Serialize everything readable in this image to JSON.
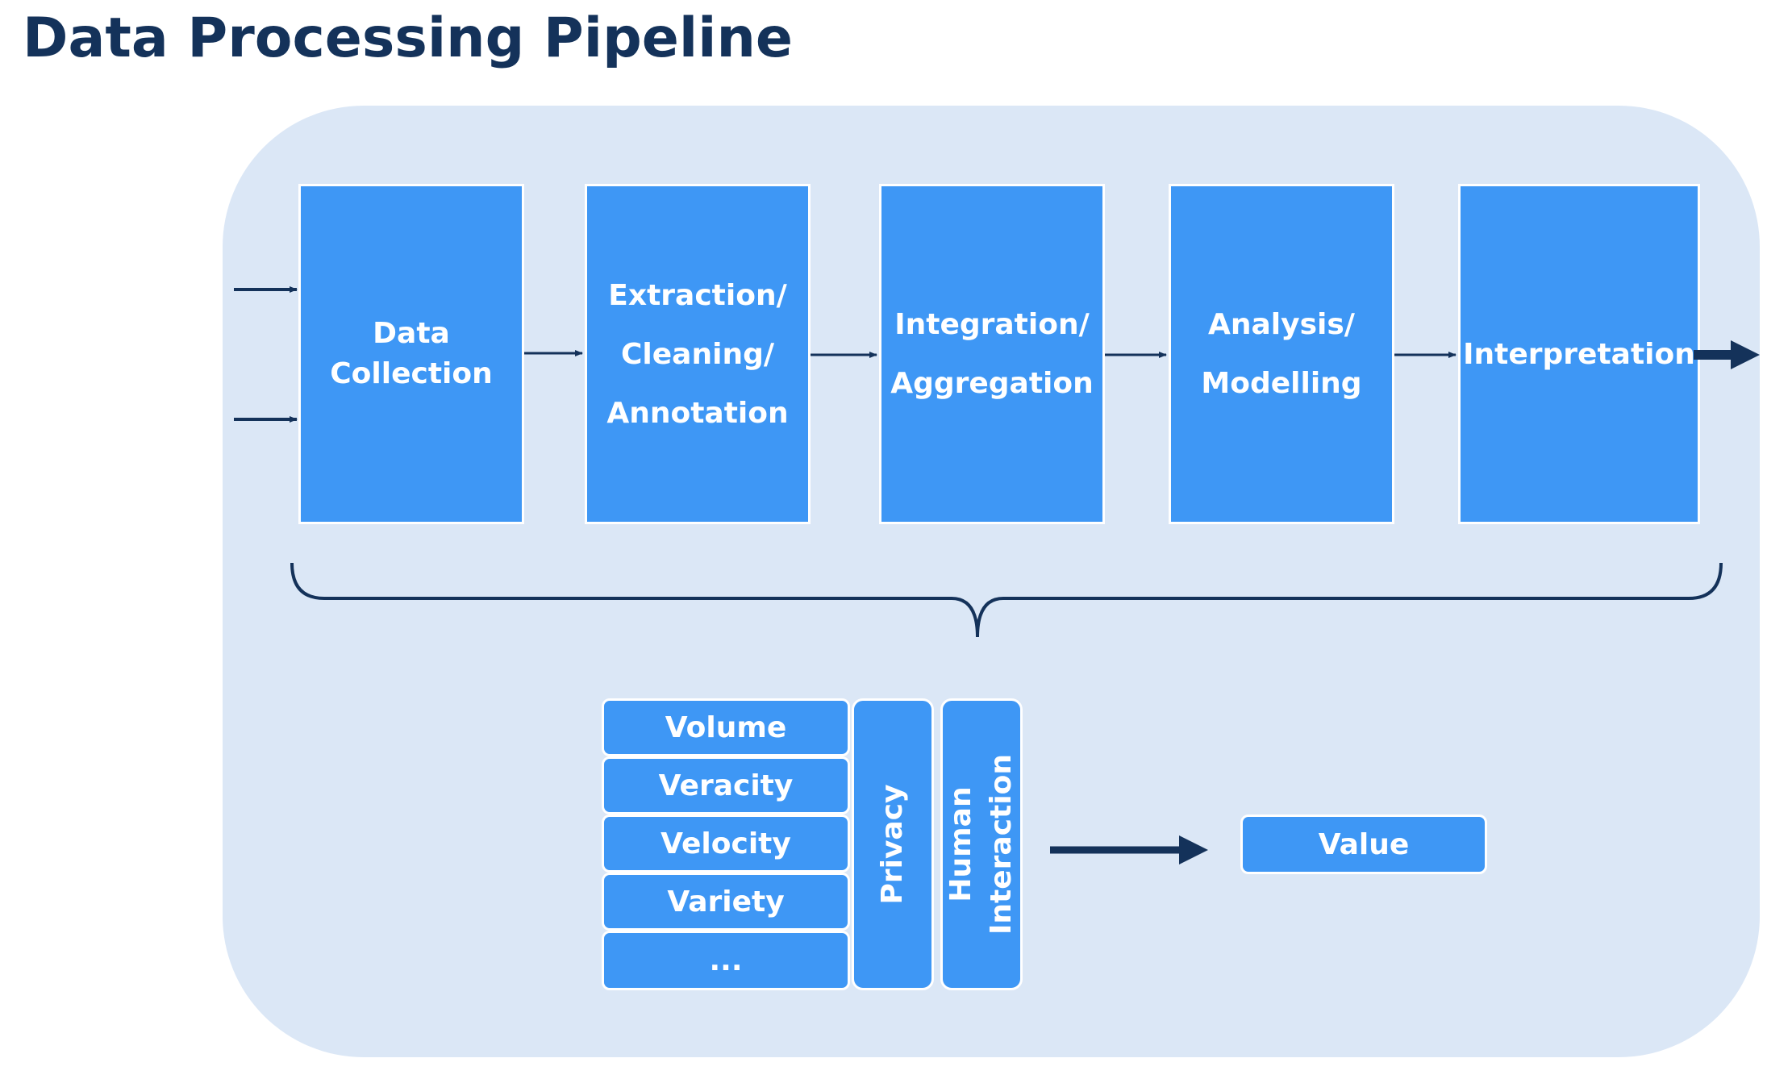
{
  "title": "Data Processing Pipeline",
  "stages": [
    {
      "label": "Data\nCollection"
    },
    {
      "label": "Extraction/\nCleaning/\nAnnotation"
    },
    {
      "label": "Integration/\nAggregation"
    },
    {
      "label": "Analysis/\nModelling"
    },
    {
      "label": "Interpretation"
    }
  ],
  "factors": [
    "Volume",
    "Veracity",
    "Velocity",
    "Variety",
    "..."
  ],
  "privacy": "Privacy",
  "human_interaction": "Human\nInteraction",
  "value": "Value",
  "colors": {
    "panel": "#dbe7f6",
    "box": "#3e97f5",
    "dark": "#14325a"
  }
}
